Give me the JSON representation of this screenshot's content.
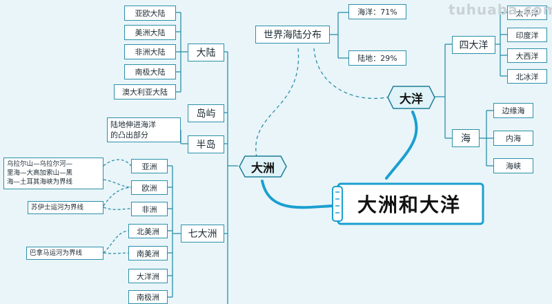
{
  "watermark": "tuhuaba.com",
  "central_title": "大洲和大洋",
  "dazhou": "大洲",
  "dayang": "大洋",
  "world": {
    "title": "世界海陆分布",
    "ocean_ratio": "海洋：71%",
    "land_ratio": "陆地：29%"
  },
  "continent": {
    "label": "大陆",
    "items": [
      "亚欧大陆",
      "美洲大陆",
      "非洲大陆",
      "南极大陆",
      "澳大利亚大陆"
    ]
  },
  "island": "岛屿",
  "peninsula": {
    "label": "半岛",
    "note_line1": "陆地伸进海洋",
    "note_line2": "的凸出部分"
  },
  "seven": {
    "label": "七大洲",
    "items": [
      "亚洲",
      "欧洲",
      "非洲",
      "北美洲",
      "南美洲",
      "大洋洲",
      "南极洲"
    ]
  },
  "notes": {
    "asia_europe_line1": "乌拉尔山—乌拉尔河—",
    "asia_europe_line2": "里海—大高加索山—黑",
    "asia_europe_line3": "海—土耳其海峡为界线",
    "suez": "苏伊士运河为界线",
    "panama": "巴拿马运河为界线"
  },
  "four_oceans": {
    "label": "四大洋",
    "items": [
      "太平洋",
      "印度洋",
      "大西洋",
      "北冰洋"
    ]
  },
  "sea": {
    "label": "海",
    "items": [
      "边缘海",
      "内海",
      "海峡"
    ]
  },
  "colors": {
    "line": "#2a8fa8",
    "node_fill": "#dff3f8",
    "node_border": "#1d7d96",
    "background": "#e9f5f9"
  }
}
